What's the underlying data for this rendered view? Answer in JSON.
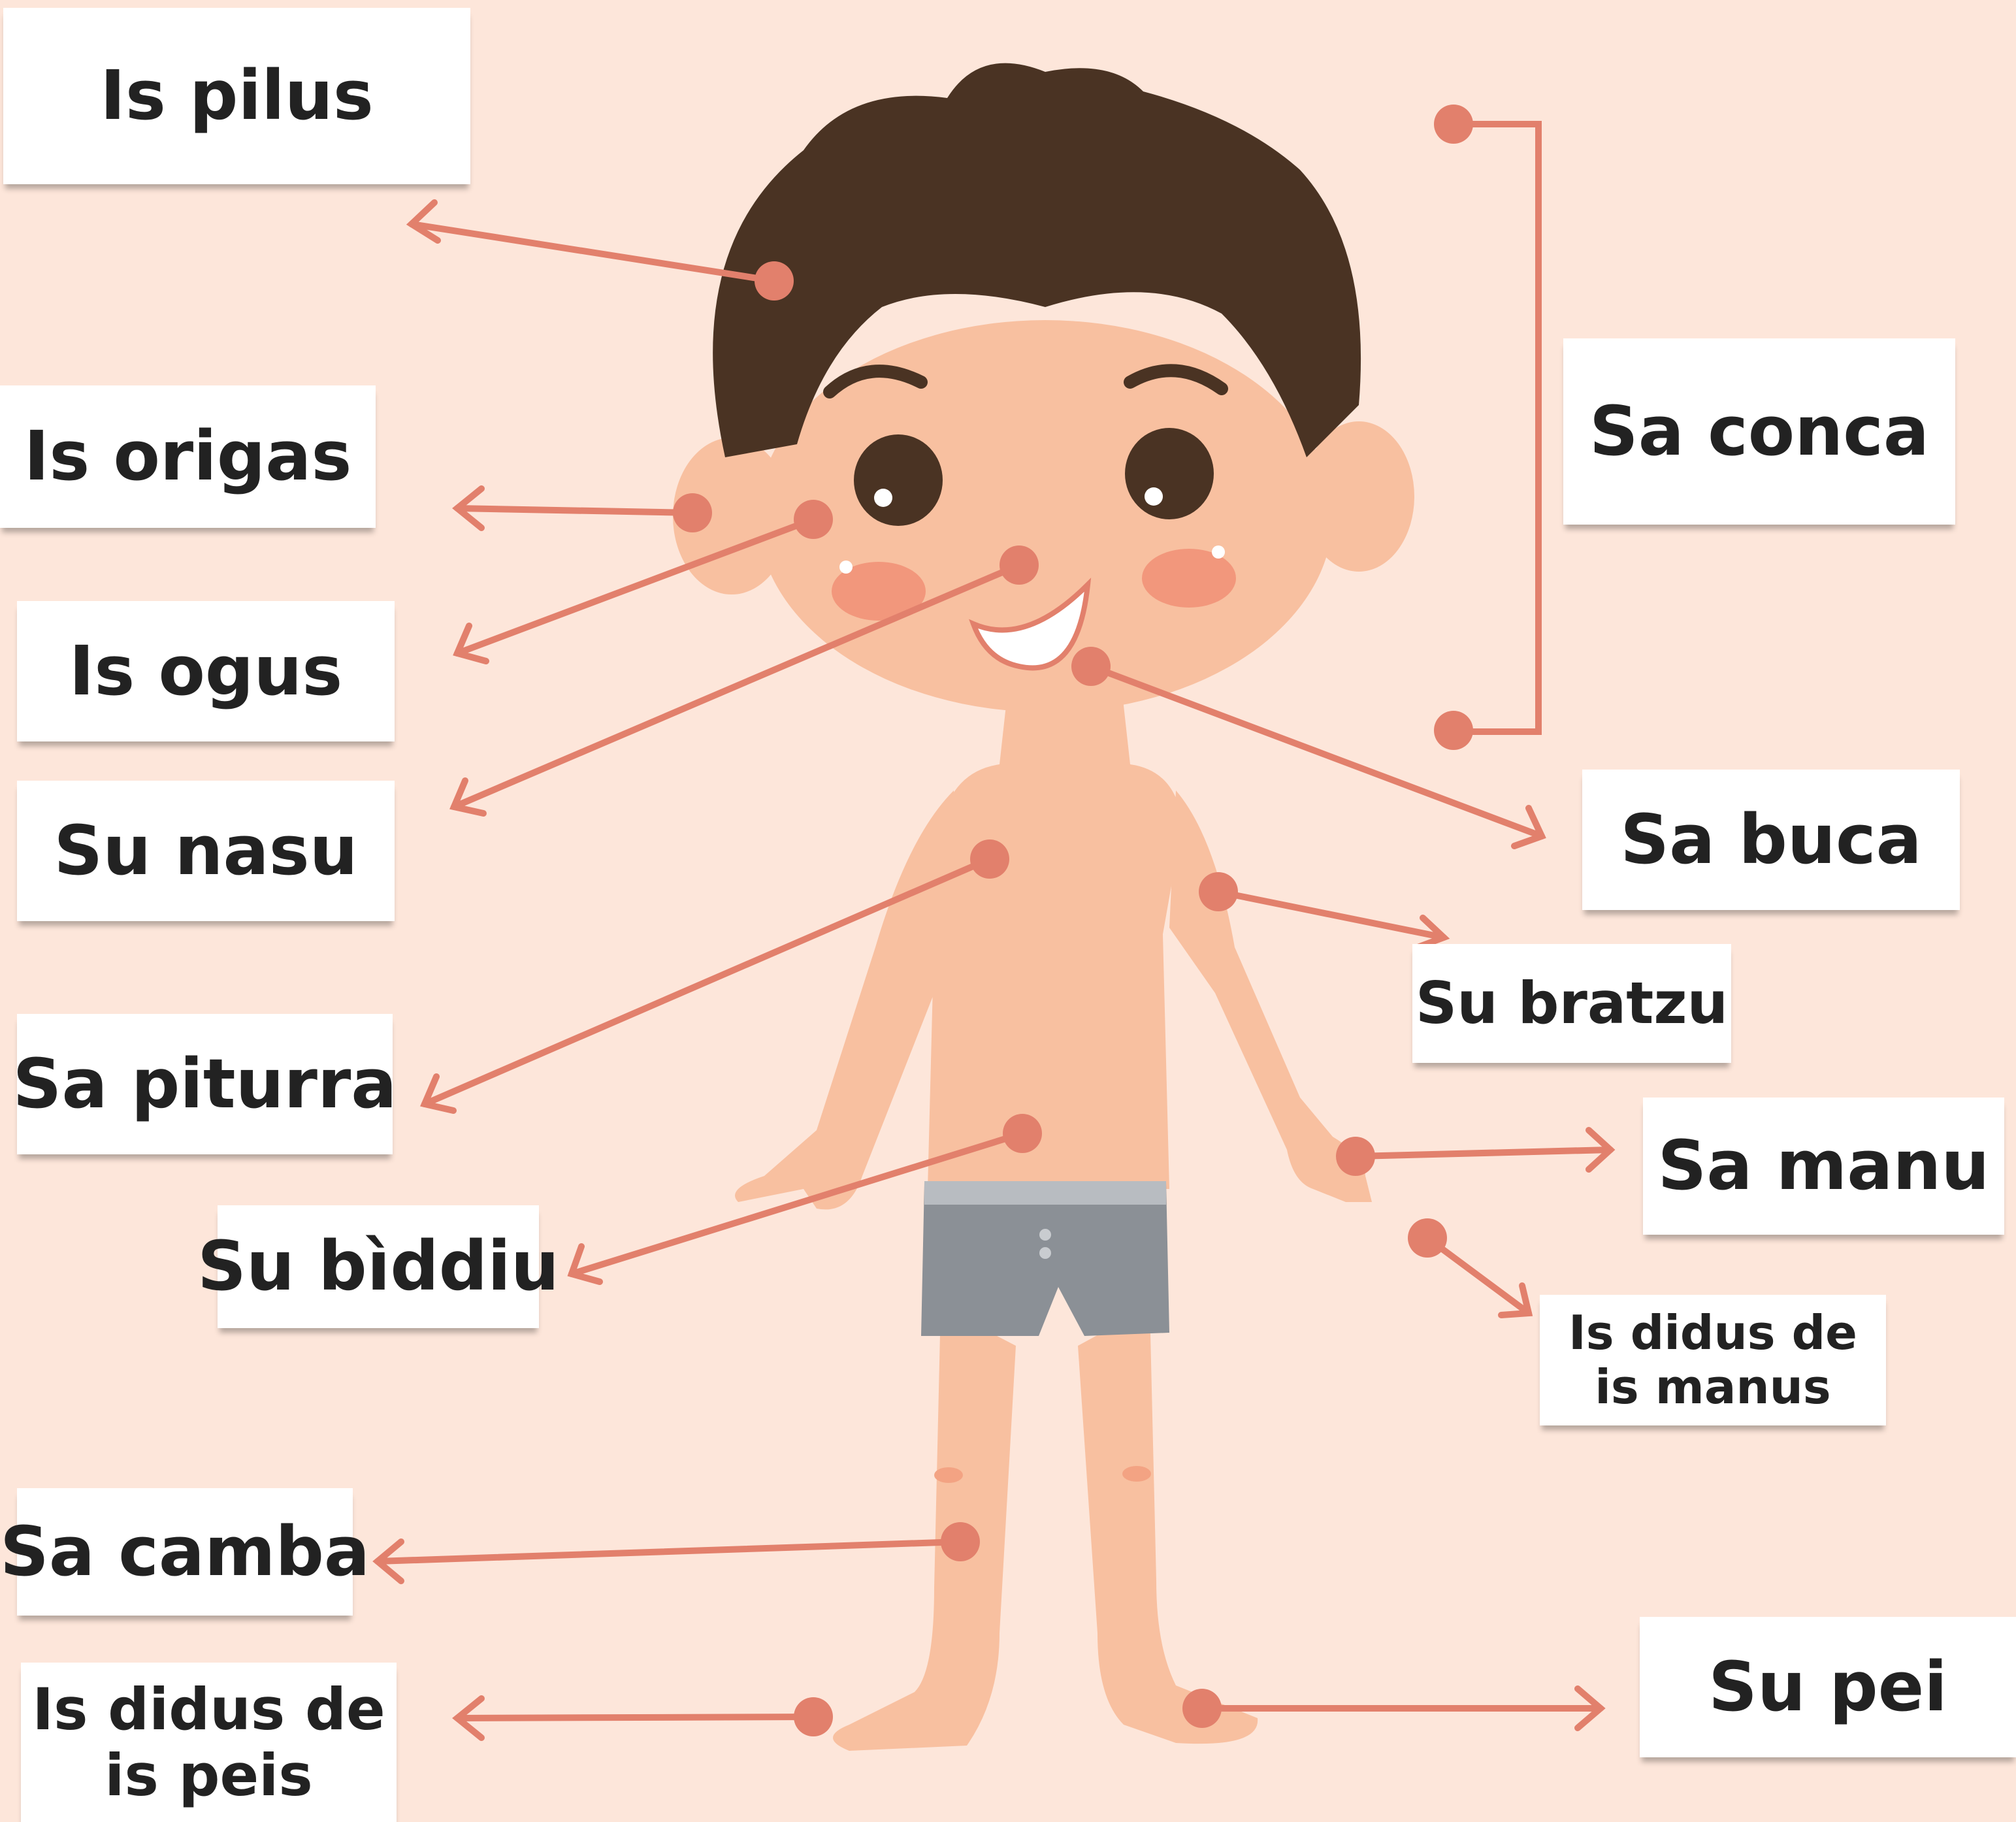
{
  "labels": {
    "pilus": "Is pilus",
    "origas": "Is origas",
    "ogus": "Is ogus",
    "nasu": "Su nasu",
    "piturra": "Sa piturra",
    "biddiu": "Su bìddiu",
    "camba": "Sa camba",
    "didus_peis_1": "Is didus de",
    "didus_peis_2": "is peis",
    "conca": "Sa conca",
    "buca": "Sa buca",
    "bratzu": "Su bratzu",
    "manu": "Sa manu",
    "didus_manus_1": "Is didus de",
    "didus_manus_2": "is manus",
    "pei": "Su pei"
  },
  "colors": {
    "background": "#fde6da",
    "pointer": "#e2806c",
    "hair": "#4a3323",
    "skin": "#f8c0a0",
    "shorts": "#8b9096",
    "label_bg": "#ffffff"
  }
}
